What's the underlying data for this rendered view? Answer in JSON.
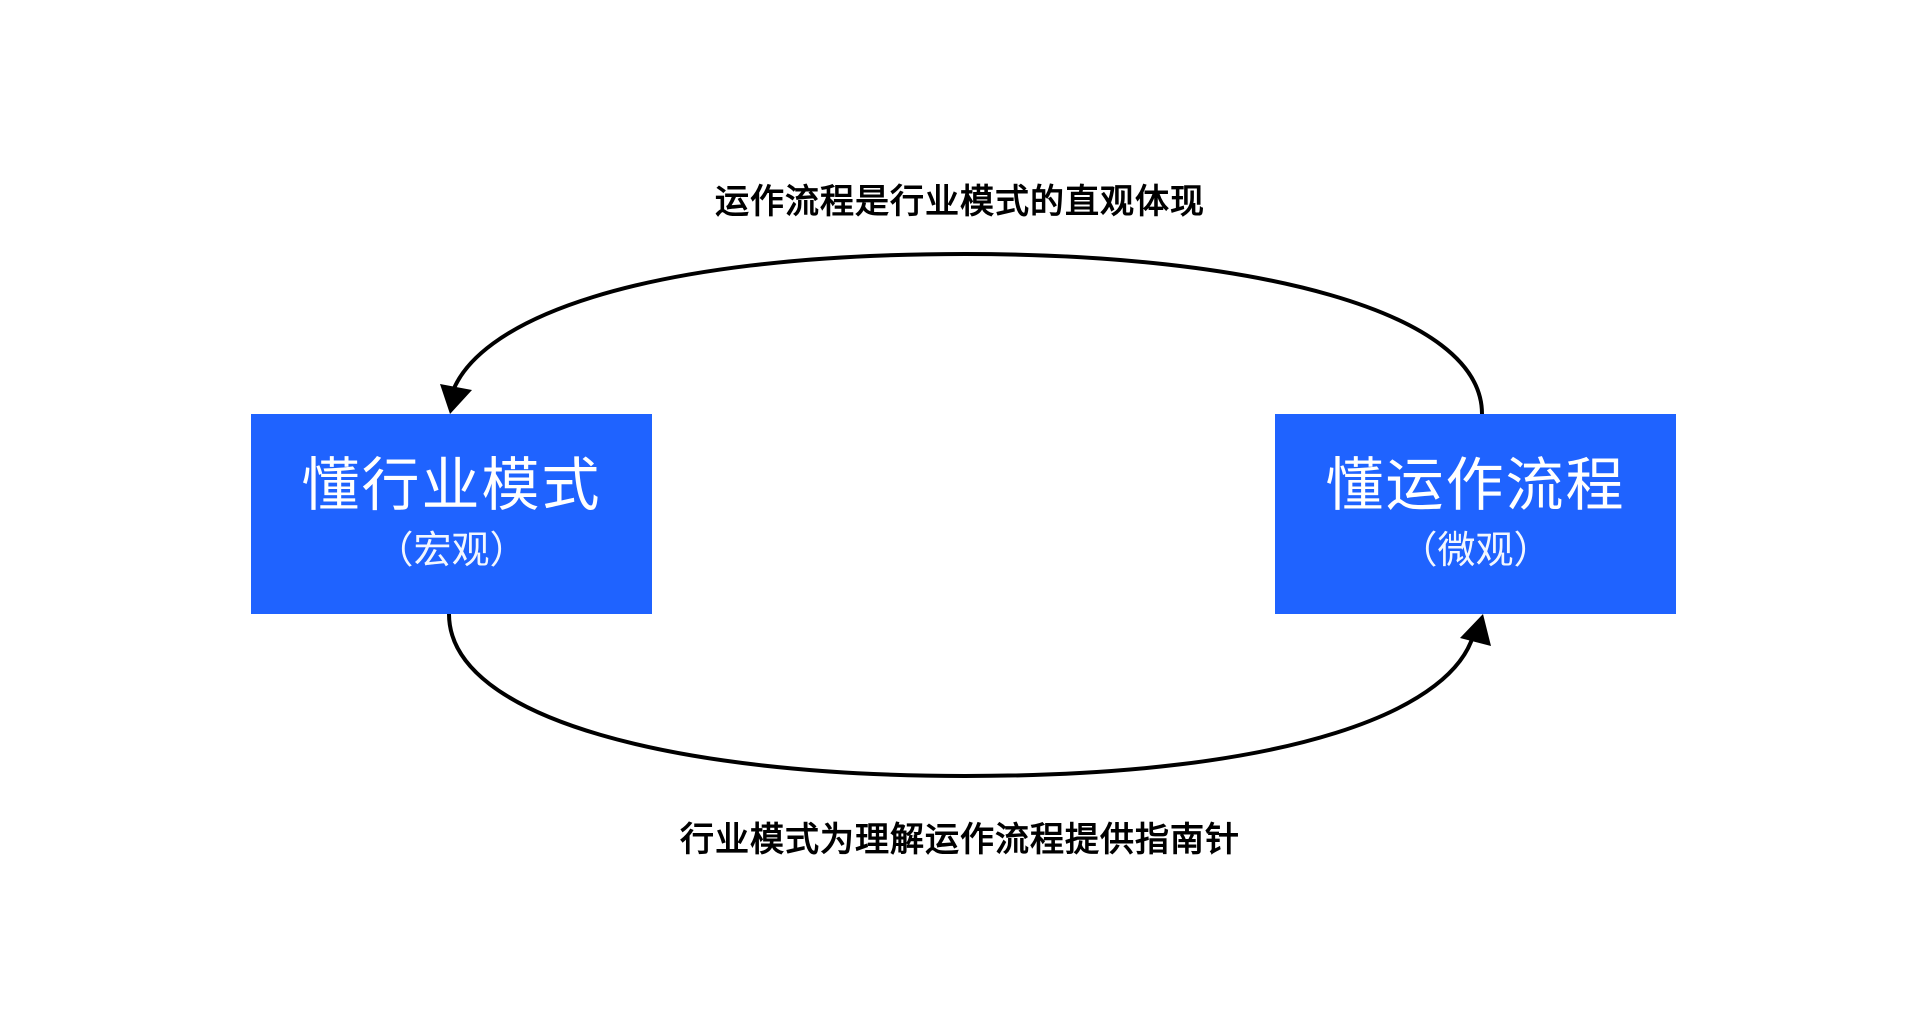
{
  "colors": {
    "node_fill": "#1f63ff",
    "node_text": "#ffffff",
    "edge": "#000000",
    "label_text": "#000000",
    "background": "#ffffff"
  },
  "nodes": {
    "left": {
      "title": "懂行业模式",
      "subtitle": "（宏观）"
    },
    "right": {
      "title": "懂运作流程",
      "subtitle": "（微观）"
    }
  },
  "edges": {
    "top": {
      "label": "运作流程是行业模式的直观体现",
      "from": "right",
      "to": "left"
    },
    "bottom": {
      "label": "行业模式为理解运作流程提供指南针",
      "from": "left",
      "to": "right"
    }
  }
}
